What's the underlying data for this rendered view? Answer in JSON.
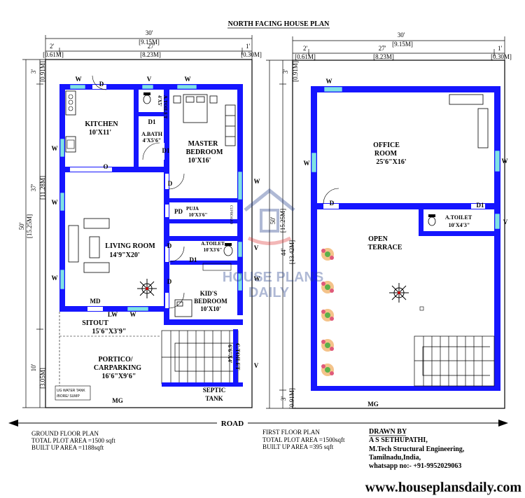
{
  "title": "NORTH FACING HOUSE PLAN",
  "road": "ROAD",
  "watermark": {
    "line1": "HOUSE PLANS",
    "line2": "DAILY"
  },
  "website": "www.houseplansdaily.com",
  "ground": {
    "dims": {
      "top_total_ft": "30'",
      "top_total_m": "[9.15M]",
      "left_margin_ft": "2'",
      "left_margin_m": "[0.61M]",
      "mid_ft": "27'",
      "mid_m": "[8.23M]",
      "right_margin_ft": "1'",
      "right_margin_m": "[0.30M]",
      "side_total_ft": "50'",
      "side_total_m": "[15.25M]",
      "side_top_ft": "3'",
      "side_top_m": "[0.91M]",
      "side_mid_ft": "37'",
      "side_mid_m": "[11.28M]",
      "side_bottom_ft": "10'",
      "side_bottom_m": "[3.05M]"
    },
    "rooms": {
      "kitchen": "KITCHEN",
      "kitchen_size": "10'X11'",
      "toilet_small": "A.TOILET",
      "toilet_small_size": "4'X5'",
      "bath": "A.BATH",
      "bath_size": "4'X5'6\"",
      "master": "MASTER",
      "master2": "BEDROOM",
      "master_size": "10'X16'",
      "living": "LIVING ROOM",
      "living_size": "14'9\"X20'",
      "puja": "PUJA",
      "puja_size": "10'X3'6\"",
      "cupboard": "CUPBOARD",
      "atoilet2": "A.TOILET",
      "atoilet2_size": "10'X3'6\"",
      "kids": "KID'S",
      "kids2": "BEDROOM",
      "kids_size": "10'X10'",
      "sitout": "SITOUT",
      "sitout_size": "15'6\"X3'9\"",
      "portico": "PORTICO/",
      "portico2": "CARPARKING",
      "portico_size": "16'6\"X9'6\"",
      "ctoilet": "C.TOILET",
      "ctoilet_size": "6'6\"X4'",
      "septic": "SEPTIC",
      "septic2": "TANK",
      "ugtank1": "UG WATER TANK",
      "ugtank2": "/BORE/ SUMP",
      "mg": "MG"
    },
    "labels": {
      "w": "W",
      "v": "V",
      "d": "D",
      "d1": "D1",
      "o": "O",
      "pd": "PD",
      "md": "MD",
      "lw": "LW"
    },
    "caption": "GROUND FLOOR PLAN",
    "plot_area": "TOTAL PLOT AREA =1500 sqft",
    "built_area": "BUILT UP AREA =1188sqft"
  },
  "first": {
    "dims": {
      "top_total_ft": "30'",
      "top_total_m": "[9.15M]",
      "left_margin_ft": "2'",
      "left_margin_m": "[0.61M]",
      "mid_ft": "27'",
      "mid_m": "[8.23M]",
      "right_margin_ft": "1'",
      "right_margin_m": "[0.30M]",
      "side_top_ft": "3'",
      "side_top_m": "[0.91M]",
      "side_total_ft": "50'",
      "side_total_m": "[15.25M]",
      "side_mid_ft": "44'",
      "side_mid_m": "[13.42M]",
      "side_bottom_ft": "3'",
      "side_bottom_m": "[0.91M]"
    },
    "rooms": {
      "office": "OFFICE",
      "office2": "ROOM",
      "office_size": "25'6\"X16'",
      "terrace": "OPEN",
      "terrace2": "TERRACE",
      "atoilet": "A.TOILET",
      "atoilet_size": "10'X4'3\"",
      "mg": "MG"
    },
    "caption": "FIRST FLOOR PLAN",
    "plot_area": "TOTAL PLOT AREA =1500sqft",
    "built_area": "BUILT UP AREA =395 sqft"
  },
  "credits": {
    "drawn_by": "DRAWN BY",
    "name": "A S SETHUPATHI,",
    "qual": "M.Tech Structural Engineering,",
    "place": "Tamilnadu,India,",
    "phone": "whatsapp no:- +91-9952029063"
  },
  "colors": {
    "wall": "#1515ff",
    "window": "#7fe3e3",
    "ink": "#000000"
  }
}
